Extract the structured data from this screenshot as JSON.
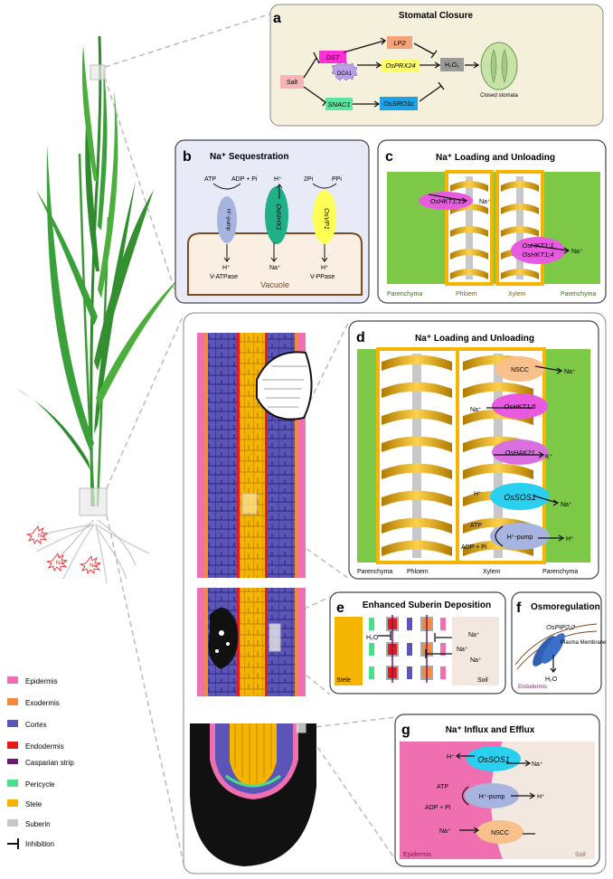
{
  "panel_a": {
    "letter": "a",
    "title": "Stomatal Closure",
    "salt": "Salt",
    "dst": "DST",
    "dca1": "DCA1",
    "lp2": "LP2",
    "osprx24": "OsPRX24",
    "h2o2": "H₂O₂",
    "snac1": "SNAC1",
    "ossro1c": "OsSRO1c",
    "closed_stomata": "Closed stomata"
  },
  "panel_b": {
    "letter": "b",
    "title": "Na⁺ Sequestration",
    "atp": "ATP",
    "adp_pi": "ADP + Pi",
    "h_top": "H⁺",
    "two_pi": "2Pi",
    "ppi": "PPi",
    "hpump": "H⁺-pump",
    "osnhx1": "OsNHX1",
    "osvp1": "OsVP1",
    "h_vatp": "H⁺",
    "vatpase": "V-ATPase",
    "na_bottom": "Na⁺",
    "h_vpp": "H⁺",
    "vppase": "V-PPase",
    "vacuole": "Vacuole"
  },
  "panel_c": {
    "letter": "c",
    "title": "Na⁺ Loading and Unloading",
    "oshkt1_1": "OsHKT1;1",
    "na1": "Na⁺",
    "oshkt1_1b": "OsHKT1;1",
    "oshkt1_4": "OsHKT1;4",
    "na2": "Na⁺",
    "parenchyma_l": "Parenchyma",
    "phloem": "Phloem",
    "xylem": "Xylem",
    "parenchyma_r": "Parenchyma"
  },
  "panel_d": {
    "letter": "d",
    "title": "Na⁺ Loading and Unloading",
    "nscc": "NSCC",
    "na_nscc": "Na⁺",
    "na_in": "Na⁺",
    "oshkt1_5": "OsHKT1;5",
    "oshak21": "OsHAK21",
    "k": "K⁺",
    "h_sos": "H⁺",
    "ossos1": "OsSOS1",
    "na_sos": "Na⁺",
    "atp": "ATP",
    "adp_pi": "ADP + Pi",
    "hpump": "H⁺-pump",
    "h_pump": "H⁺",
    "parenchyma_l": "Parenchyma",
    "phloem": "Phloem",
    "xylem": "Xylem",
    "parenchyma_r": "Parenchyma"
  },
  "panel_e": {
    "letter": "e",
    "title": "Enhanced Suberin Deposition",
    "h2o": "H₂O",
    "na1": "Na⁺",
    "na2": "Na⁺",
    "na3": "Na⁺",
    "stele": "Stele",
    "soil": "Soil"
  },
  "panel_f": {
    "letter": "f",
    "title": "Osmoregulation",
    "ospip": "OsPIP2;2",
    "membrane": "Plasma Membrane",
    "h2o": "H₂O",
    "endodermis": "Endodermis"
  },
  "panel_g": {
    "letter": "g",
    "title": "Na⁺ Influx and Efflux",
    "h": "H⁺",
    "ossos1": "OsSOS1",
    "na_out": "Na⁺",
    "atp": "ATP",
    "adp_pi": "ADP + Pi",
    "hpump": "H⁺-pump",
    "h_pump": "H⁺",
    "na_in": "Na⁺",
    "nscc": "NSCC",
    "epidermis": "Epidermis",
    "soil": "Soil"
  },
  "legend": [
    {
      "label": "Epidermis",
      "color": "#f06fb0"
    },
    {
      "label": "Exodermis",
      "color": "#f58a3c"
    },
    {
      "label": "Cortex",
      "color": "#5b55b8"
    },
    {
      "label": "Endodermis",
      "color": "#e21b1b"
    },
    {
      "label": "Casparian strip",
      "color": "#6a1b6e"
    },
    {
      "label": "Pericycle",
      "color": "#48e08a"
    },
    {
      "label": "Stele",
      "color": "#f5b400"
    },
    {
      "label": "Suberin",
      "color": "#c8c8c8"
    },
    {
      "label": "Inhibition",
      "color": "#111111"
    }
  ],
  "stress_labels": [
    "Na⁺",
    "Na⁺",
    "Na⁺"
  ]
}
